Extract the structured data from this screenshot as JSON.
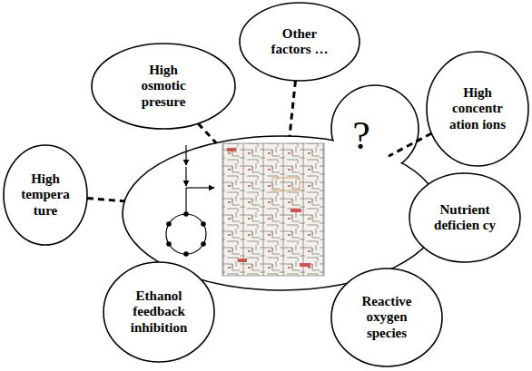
{
  "diagram": {
    "nodes": [
      {
        "text": [
          "?"
        ]
      },
      {
        "text": [
          "High osmotic presure"
        ]
      },
      {
        "text": [
          "Other factors …"
        ]
      },
      {
        "text": [
          "High concentr ation ions"
        ]
      },
      {
        "text": [
          "High tempera ture"
        ]
      },
      {
        "text": [
          "Nutrient deficien cy"
        ]
      },
      {
        "text": [
          "Ethanol feedback inhibition"
        ]
      },
      {
        "text": [
          "Reactive oxygen species"
        ]
      }
    ],
    "edges": [
      {
        "from": 1,
        "to": 0,
        "arrow": "none"
      },
      {
        "from": 2,
        "to": 0,
        "arrow": "none"
      },
      {
        "from": 3,
        "to": 0,
        "arrow": "none"
      },
      {
        "from": 4,
        "to": 0,
        "arrow": "none"
      },
      {
        "from": 5,
        "to": 0,
        "arrow": "none"
      },
      {
        "from": 6,
        "to": 0,
        "arrow": "none"
      },
      {
        "from": 7,
        "to": 0,
        "arrow": "none"
      }
    ]
  }
}
